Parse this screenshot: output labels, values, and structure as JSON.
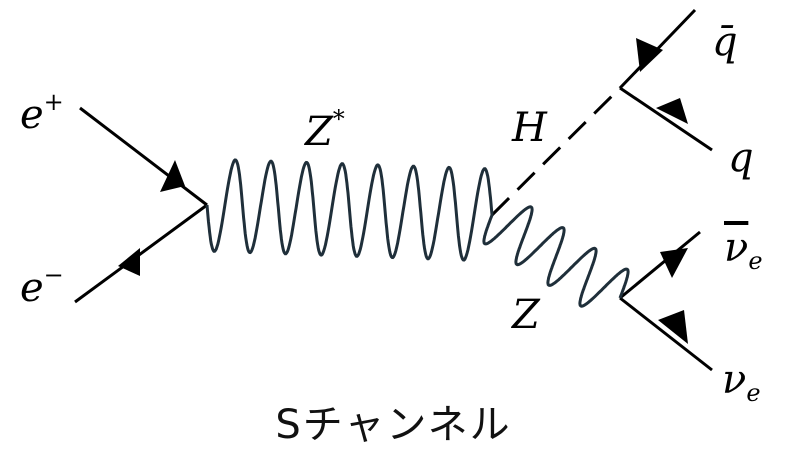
{
  "labels": {
    "e_plus": {
      "base": "e",
      "sup": "+"
    },
    "e_minus": {
      "base": "e",
      "sup": "−"
    },
    "z_star": {
      "base": "Z",
      "sup": "*"
    },
    "higgs": "H",
    "z": "Z",
    "qbar": "q̄",
    "q": "q",
    "nubar_e": {
      "base": "ν",
      "sub": "e"
    },
    "nu_e": {
      "base": "ν",
      "sub": "e"
    }
  },
  "caption": "Sチャンネル",
  "colors": {
    "line": "#000000",
    "boson": "#1f2f3a"
  }
}
